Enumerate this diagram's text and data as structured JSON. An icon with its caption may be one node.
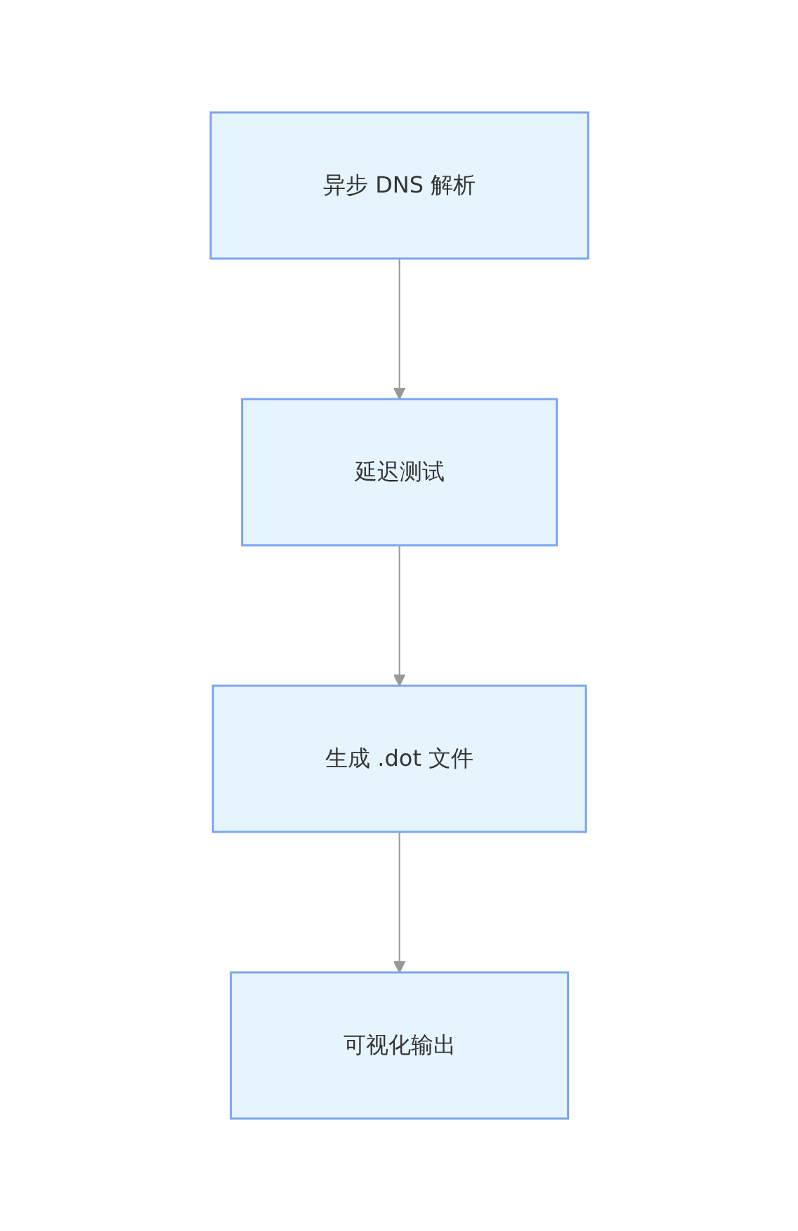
{
  "diagram": {
    "nodes": [
      {
        "text": [
          "异步 DNS 解析"
        ]
      },
      {
        "text": [
          "延迟测试"
        ]
      },
      {
        "text": [
          "生成 .dot 文件"
        ]
      },
      {
        "text": [
          "可视化输出"
        ]
      }
    ],
    "edges": [
      {
        "from": 0,
        "to": 1,
        "arrow": "to"
      },
      {
        "from": 1,
        "to": 2,
        "arrow": "to"
      },
      {
        "from": 2,
        "to": 3,
        "arrow": "to"
      }
    ]
  }
}
